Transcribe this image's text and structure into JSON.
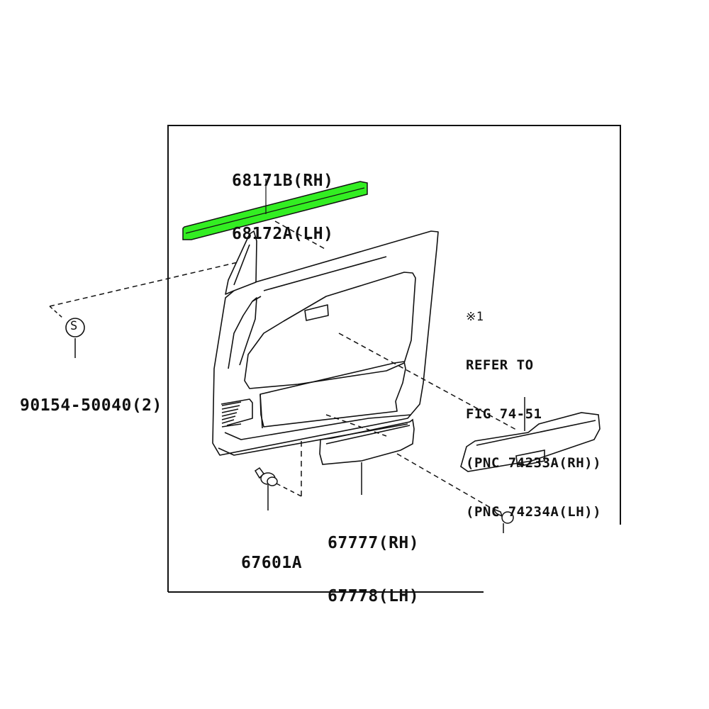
{
  "diagram": {
    "frame_color": "#111111",
    "highlight_color": "#33ee22",
    "line_color": "#111111"
  },
  "parts": {
    "glass_weatherstrip": {
      "highlighted": true,
      "labels": [
        "68171B(RH)",
        "68172A(LH)"
      ]
    },
    "screw_s": {
      "symbol": "S",
      "labels": [
        "90154-50040(2)"
      ]
    },
    "clip": {
      "labels": [
        "67601A"
      ]
    },
    "pocket": {
      "labels": [
        "67777(RH)",
        "67778(LH)"
      ]
    },
    "armrest_note": {
      "marker": "※1",
      "labels": [
        "REFER TO",
        "FIG 74-51",
        "(PNC 74233A(RH))",
        "(PNC 74234A(LH))"
      ]
    }
  }
}
